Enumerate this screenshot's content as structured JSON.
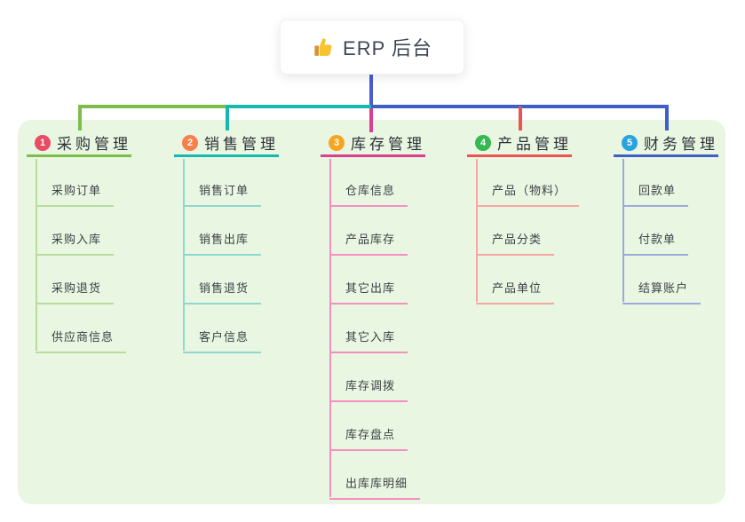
{
  "root": {
    "title": "ERP 后台",
    "icon": "thumbs-up-icon",
    "card_bg": "#ffffff",
    "connector_color": "#4a5dd0"
  },
  "panel": {
    "bg_color": "#e8f6e2"
  },
  "branches": [
    {
      "num": "1",
      "label": "采购管理",
      "badge_color": "#e94b63",
      "line_color": "#7cbe49",
      "sub_line_color": "#b9dc9d",
      "items": [
        "采购订单",
        "采购入库",
        "采购退货",
        "供应商信息"
      ]
    },
    {
      "num": "2",
      "label": "销售管理",
      "badge_color": "#f87e4b",
      "line_color": "#16b9ae",
      "sub_line_color": "#8fd8d0",
      "items": [
        "销售订单",
        "销售出库",
        "销售退货",
        "客户信息"
      ]
    },
    {
      "num": "3",
      "label": "库存管理",
      "badge_color": "#f6a523",
      "line_color": "#dd3f90",
      "sub_line_color": "#f490c0",
      "items": [
        "仓库信息",
        "产品库存",
        "其它出库",
        "其它入库",
        "库存调拨",
        "库存盘点",
        "出库库明细"
      ]
    },
    {
      "num": "4",
      "label": "产品管理",
      "badge_color": "#33b950",
      "line_color": "#ee5251",
      "sub_line_color": "#f7a7a2",
      "items": [
        "产品（物料）",
        "产品分类",
        "产品单位"
      ]
    },
    {
      "num": "5",
      "label": "财务管理",
      "badge_color": "#27a3e0",
      "line_color": "#3f5fc6",
      "sub_line_color": "#9aabdb",
      "items": [
        "回款单",
        "付款单",
        "结算账户"
      ]
    }
  ]
}
